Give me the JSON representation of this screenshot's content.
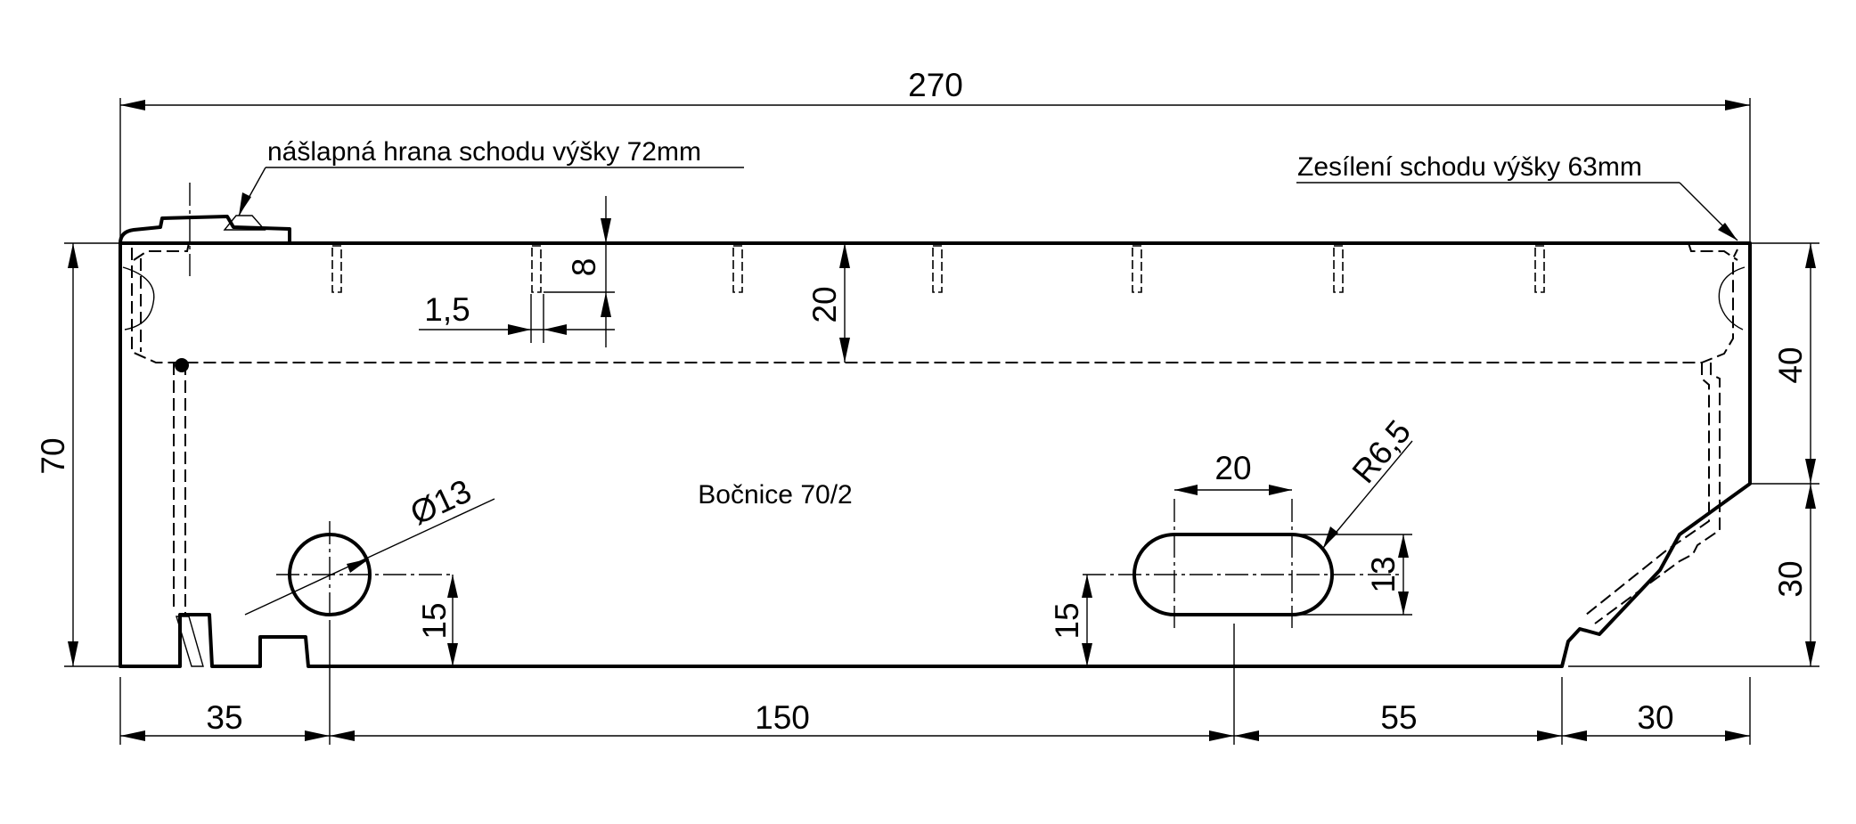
{
  "dimensions": {
    "overall_length": "270",
    "left_height": "70",
    "right_upper": "40",
    "right_lower": "30",
    "tread_depth": "20",
    "slot_depth": "8",
    "slot_width": "1,5",
    "hole_diameter": "Ø13",
    "hole_height": "15",
    "oblong_length": "20",
    "oblong_radius": "R6,5",
    "oblong_width": "13",
    "oblong_height": "15",
    "bottom_1": "35",
    "bottom_2": "150",
    "bottom_3": "55",
    "bottom_4": "30"
  },
  "notes": {
    "left": "nášlapná hrana schodu výšky 72mm",
    "right": "Zesílení schodu výšky 63mm"
  },
  "part_label": "Bočnice 70/2"
}
